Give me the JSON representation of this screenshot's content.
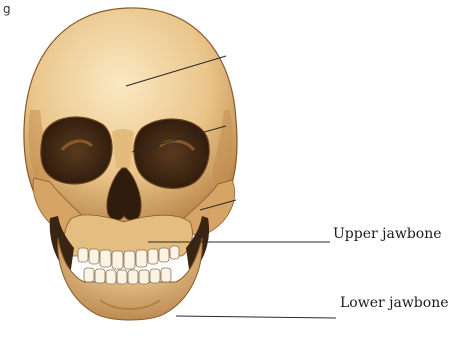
{
  "figure": {
    "title_fragment": "g"
  },
  "labels": {
    "upper_jawbone": "Upper jawbone",
    "lower_jawbone": "Lower jawbone"
  },
  "colors": {
    "bone_light": "#f2d7a4",
    "bone_mid": "#d9ae6c",
    "bone_dark": "#9a6a35",
    "cavity": "#3a2413",
    "leader_line": "#2a2a2a"
  },
  "icons": {
    "skull": "skull-illustration"
  }
}
